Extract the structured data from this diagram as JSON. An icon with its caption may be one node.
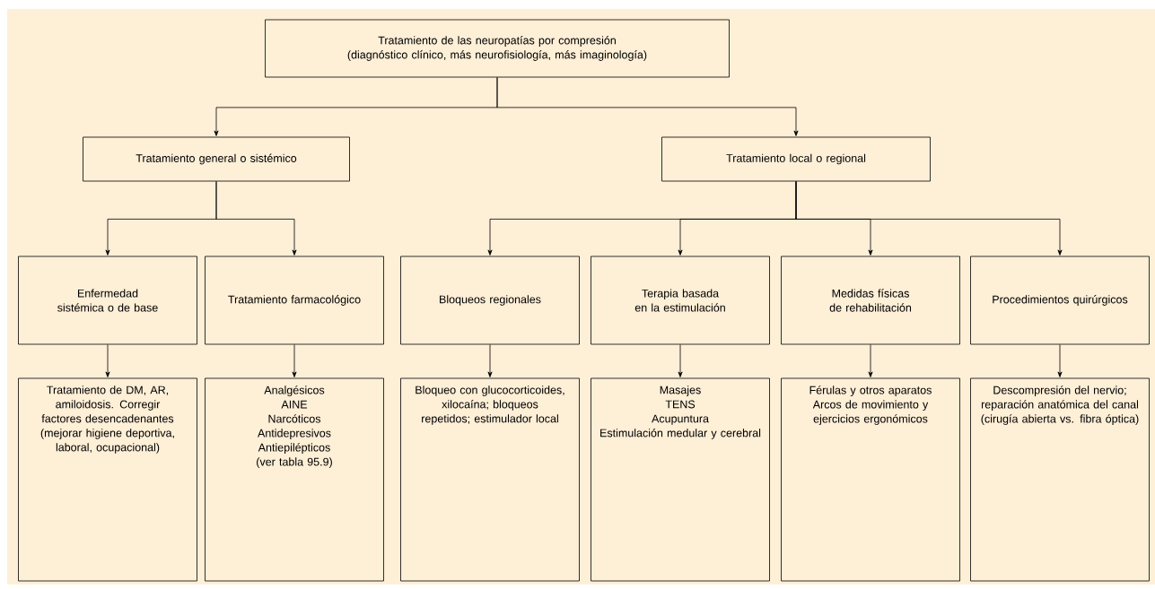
{
  "diagram": {
    "nodes": [
      {
        "text": [
          "Tratamiento de las neuropatías por compresión (diagnóstico clínico, más neurofisiología, más imaginología)"
        ]
      },
      {
        "text": [
          "Tratamiento general o sistémico"
        ]
      },
      {
        "text": [
          "Tratamiento local o regional"
        ]
      },
      {
        "text": [
          "Enfermedad sistémica o de base"
        ]
      },
      {
        "text": [
          "Tratamiento farmacológico"
        ]
      },
      {
        "text": [
          "Bloqueos regionales"
        ]
      },
      {
        "text": [
          "Terapia basada en la estimulación"
        ]
      },
      {
        "text": [
          "Medidas físicas de rehabilitación"
        ]
      },
      {
        "text": [
          "Procedimientos quirúrgicos"
        ]
      },
      {
        "text": [
          "Tratamiento de DM, AR, amiloidosis. Corregir factores desencadenantes (mejorar higiene deportiva, laboral, ocupacional)"
        ]
      },
      {
        "text": [
          "Analgésicos",
          "AINE",
          "Narcóticos",
          "Antidepresivos",
          "Antiepilépticos",
          "(ver tabla 95.9)"
        ]
      },
      {
        "text": [
          "Bloqueo con glucocorticoides, xilocaína; bloqueos repetidos; estimulador local"
        ]
      },
      {
        "text": [
          "Masajes",
          "TENS",
          "Acupuntura",
          "Estimulación medular y cerebral"
        ]
      },
      {
        "text": [
          "Férulas y otros aparatos",
          "Arcos de movimiento y ejercicios ergonómicos"
        ]
      },
      {
        "text": [
          "Descompresión del nervio; reparación anatómica del canal (cirugía abierta vs. fibra óptica)"
        ]
      }
    ],
    "edges": [
      {
        "from": 0,
        "to": 1,
        "arrow": "to"
      },
      {
        "from": 0,
        "to": 2,
        "arrow": "to"
      },
      {
        "from": 1,
        "to": 3,
        "arrow": "to"
      },
      {
        "from": 1,
        "to": 4,
        "arrow": "to"
      },
      {
        "from": 2,
        "to": 5,
        "arrow": "to"
      },
      {
        "from": 2,
        "to": 6,
        "arrow": "to"
      },
      {
        "from": 2,
        "to": 7,
        "arrow": "to"
      },
      {
        "from": 2,
        "to": 8,
        "arrow": "to"
      },
      {
        "from": 3,
        "to": 9,
        "arrow": "to"
      },
      {
        "from": 4,
        "to": 10,
        "arrow": "to"
      },
      {
        "from": 5,
        "to": 11,
        "arrow": "to"
      },
      {
        "from": 6,
        "to": 12,
        "arrow": "to"
      },
      {
        "from": 7,
        "to": 13,
        "arrow": "to"
      },
      {
        "from": 8,
        "to": 14,
        "arrow": "to"
      }
    ]
  }
}
